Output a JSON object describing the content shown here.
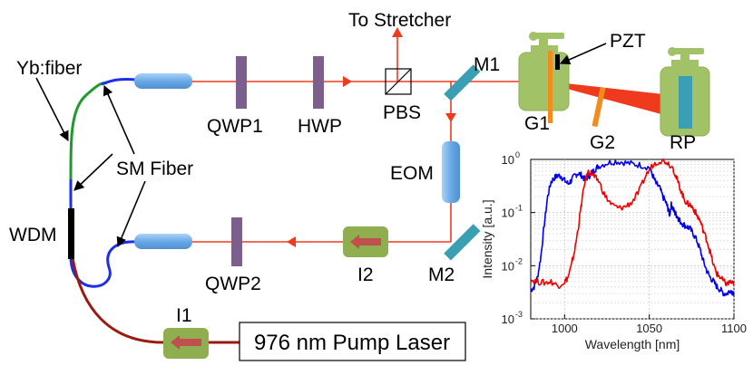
{
  "labels": {
    "to_stretcher": "To Stretcher",
    "pzt": "PZT",
    "yb_fiber": "Yb:fiber",
    "qwp1": "QWP1",
    "hwp": "HWP",
    "pbs": "PBS",
    "m1": "M1",
    "g1": "G1",
    "g2": "G2",
    "rp": "RP",
    "sm_fiber": "SM Fiber",
    "eom": "EOM",
    "wdm": "WDM",
    "qwp2": "QWP2",
    "i2": "I2",
    "m2": "M2",
    "i1": "I1",
    "pump_laser": "976 nm Pump Laser"
  },
  "colors": {
    "beam": "#f03a1e",
    "waveplate": "#7d5f8e",
    "collimator": "#7fb8ec",
    "mirror": "#3a9fb2",
    "grating": "#f28c1e",
    "isolator": "#8fae4f",
    "fiber_blue": "#1e2fe6",
    "fiber_green": "#1f9a2a",
    "pump_fiber": "#9a1a10",
    "spectrum_blue": "#0000ee",
    "spectrum_red": "#ee0000"
  },
  "chart_data": {
    "type": "line",
    "xlabel": "Wavelength [nm]",
    "ylabel": "Intensity [a.u.]",
    "xlim": [
      980,
      1100
    ],
    "ylim": [
      0.001,
      1
    ],
    "yscale": "log",
    "grid": true,
    "x_ticks": [
      1000,
      1050,
      1100
    ],
    "y_ticks": [
      {
        "value": 0.001,
        "base": "10",
        "exp": "-3"
      },
      {
        "value": 0.01,
        "base": "10",
        "exp": "-2"
      },
      {
        "value": 0.1,
        "base": "10",
        "exp": "-1"
      },
      {
        "value": 1,
        "base": "10",
        "exp": "0"
      }
    ],
    "series": [
      {
        "color": "#0000ee",
        "x": [
          980,
          982,
          984,
          986,
          988,
          990,
          992,
          994,
          996,
          998,
          1000,
          1002,
          1004,
          1006,
          1008,
          1010,
          1012,
          1014,
          1016,
          1018,
          1020,
          1025,
          1030,
          1035,
          1040,
          1045,
          1050,
          1052,
          1054,
          1056,
          1058,
          1060,
          1061,
          1062,
          1063,
          1064,
          1065,
          1066,
          1067,
          1068,
          1070,
          1072,
          1074,
          1076,
          1078,
          1080,
          1082,
          1084,
          1086,
          1088,
          1090,
          1092,
          1094,
          1096,
          1098,
          1100
        ],
        "y": [
          0.0035,
          0.004,
          0.006,
          0.015,
          0.06,
          0.2,
          0.38,
          0.45,
          0.5,
          0.48,
          0.4,
          0.35,
          0.4,
          0.5,
          0.55,
          0.5,
          0.42,
          0.47,
          0.55,
          0.65,
          0.75,
          0.85,
          0.92,
          0.88,
          0.82,
          0.78,
          0.7,
          0.5,
          0.35,
          0.3,
          0.2,
          0.15,
          0.12,
          0.09,
          0.14,
          0.12,
          0.1,
          0.09,
          0.08,
          0.07,
          0.06,
          0.055,
          0.05,
          0.04,
          0.03,
          0.02,
          0.012,
          0.008,
          0.006,
          0.005,
          0.004,
          0.0035,
          0.003,
          0.003,
          0.0035,
          0.003
        ]
      },
      {
        "color": "#ee0000",
        "x": [
          980,
          984,
          988,
          992,
          996,
          1000,
          1002,
          1004,
          1006,
          1008,
          1010,
          1012,
          1014,
          1016,
          1018,
          1020,
          1024,
          1028,
          1032,
          1036,
          1040,
          1044,
          1048,
          1052,
          1056,
          1060,
          1064,
          1066,
          1068,
          1070,
          1072,
          1074,
          1076,
          1078,
          1080,
          1082,
          1084,
          1086,
          1088,
          1090,
          1092,
          1094,
          1096,
          1098,
          1100
        ],
        "y": [
          0.0055,
          0.005,
          0.0048,
          0.005,
          0.0042,
          0.005,
          0.006,
          0.01,
          0.02,
          0.05,
          0.15,
          0.38,
          0.58,
          0.55,
          0.45,
          0.4,
          0.2,
          0.14,
          0.12,
          0.13,
          0.16,
          0.25,
          0.5,
          0.78,
          0.95,
          0.92,
          0.7,
          0.45,
          0.3,
          0.2,
          0.15,
          0.14,
          0.12,
          0.09,
          0.07,
          0.045,
          0.03,
          0.018,
          0.01,
          0.007,
          0.006,
          0.005,
          0.0045,
          0.005,
          0.0042
        ]
      }
    ]
  }
}
